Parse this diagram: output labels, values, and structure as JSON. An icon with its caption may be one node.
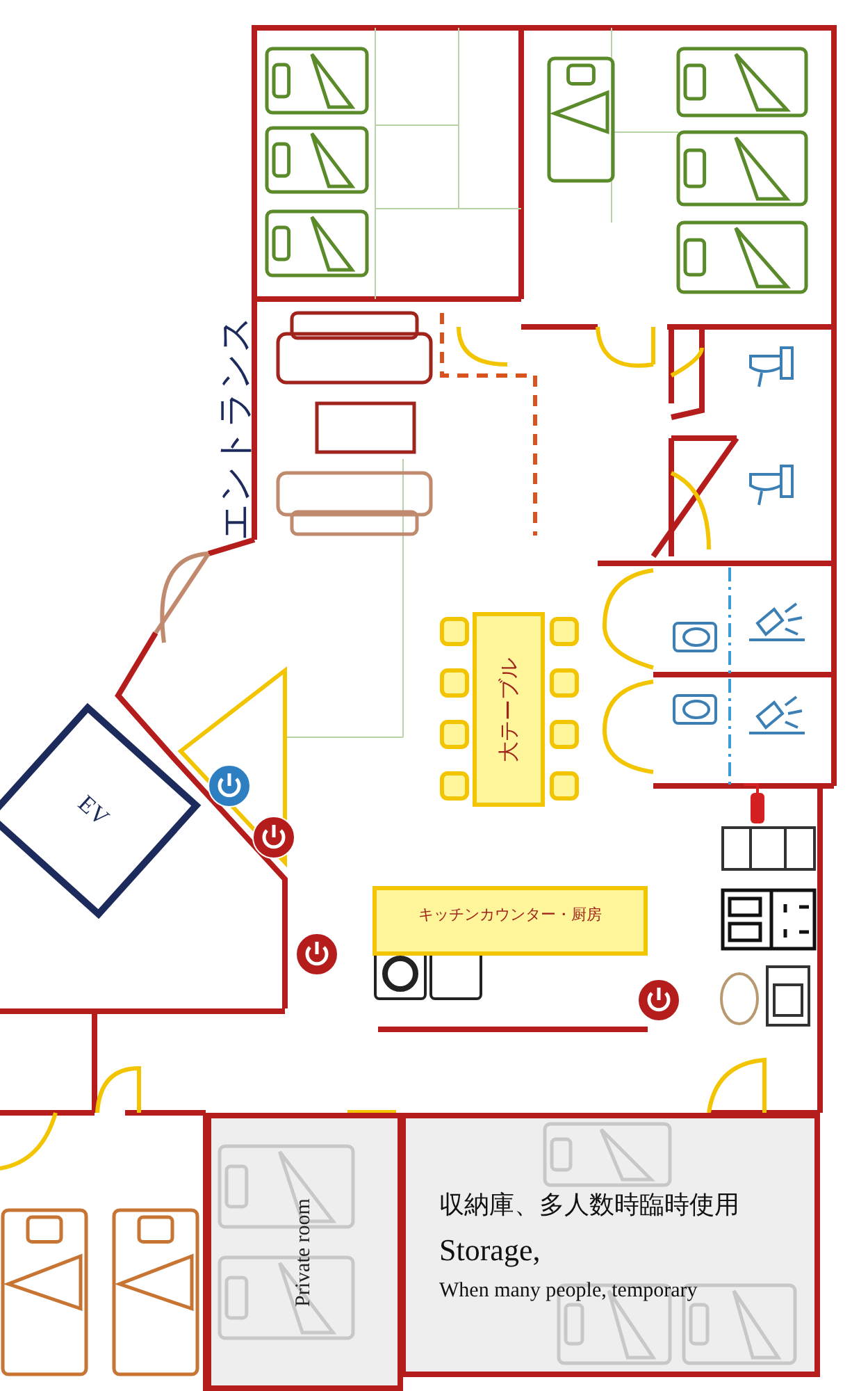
{
  "diagram": {
    "nodes": [
      {
        "text": [
          "EV"
        ]
      },
      {
        "text": [
          "大テーブル"
        ]
      },
      {
        "text": [
          "キッチンカウンター・厨房"
        ]
      },
      {
        "text": [
          "Private room"
        ]
      },
      {
        "text": [
          "収納庫、多人数時臨時使用",
          "Storage,",
          "When many people, temporary"
        ]
      }
    ],
    "labels": [
      "エントランス"
    ]
  }
}
